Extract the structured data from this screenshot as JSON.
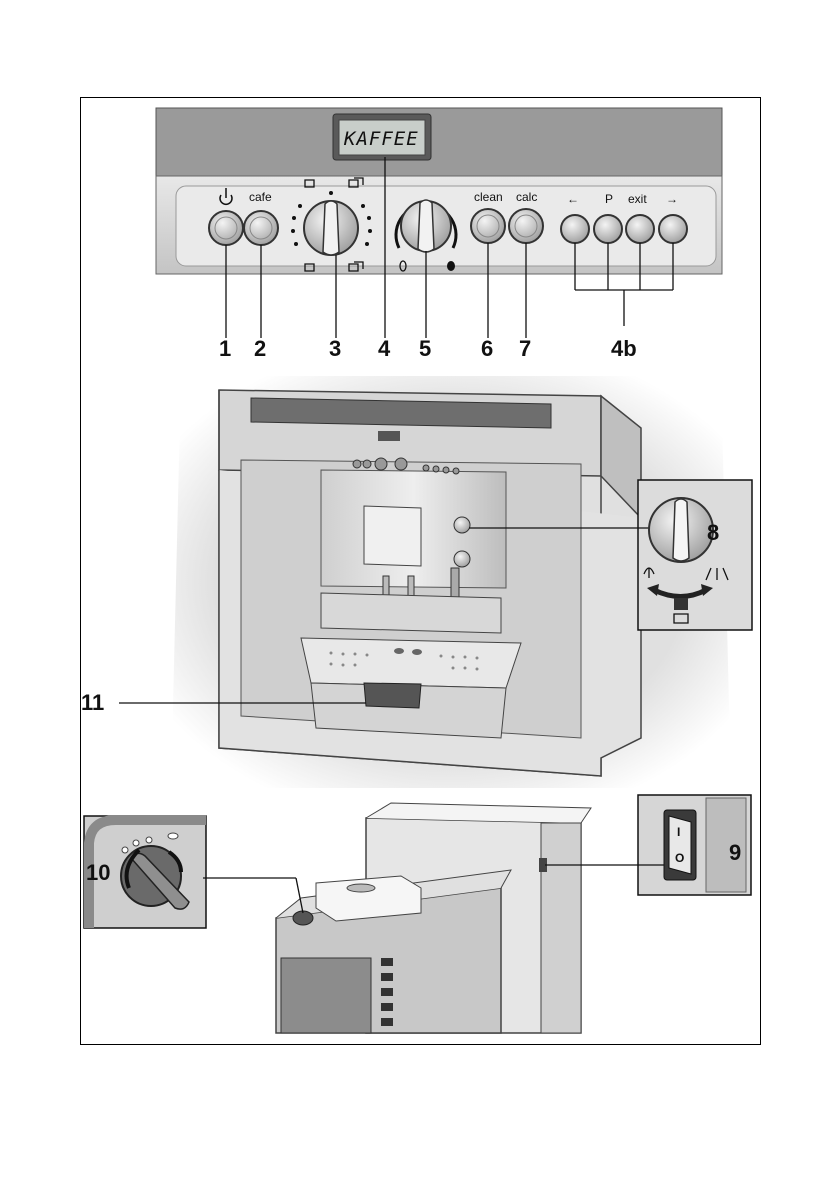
{
  "display": {
    "text": "KAFFEE"
  },
  "buttons": {
    "cafe": "cafe",
    "clean": "clean",
    "calc": "calc",
    "prev": "←",
    "p": "P",
    "exit": "exit",
    "next": "→"
  },
  "callouts": {
    "n1": "1",
    "n2": "2",
    "n3": "3",
    "n4": "4",
    "n5": "5",
    "n6": "6",
    "n7": "7",
    "n4b": "4b",
    "n8": "8",
    "n9": "9",
    "n10": "10",
    "n11": "11"
  },
  "switch": {
    "on": "I",
    "off": "O"
  },
  "icons": [
    "power-icon",
    "cup-icon",
    "bean-icon",
    "steam-icon",
    "hot-water-icon"
  ]
}
